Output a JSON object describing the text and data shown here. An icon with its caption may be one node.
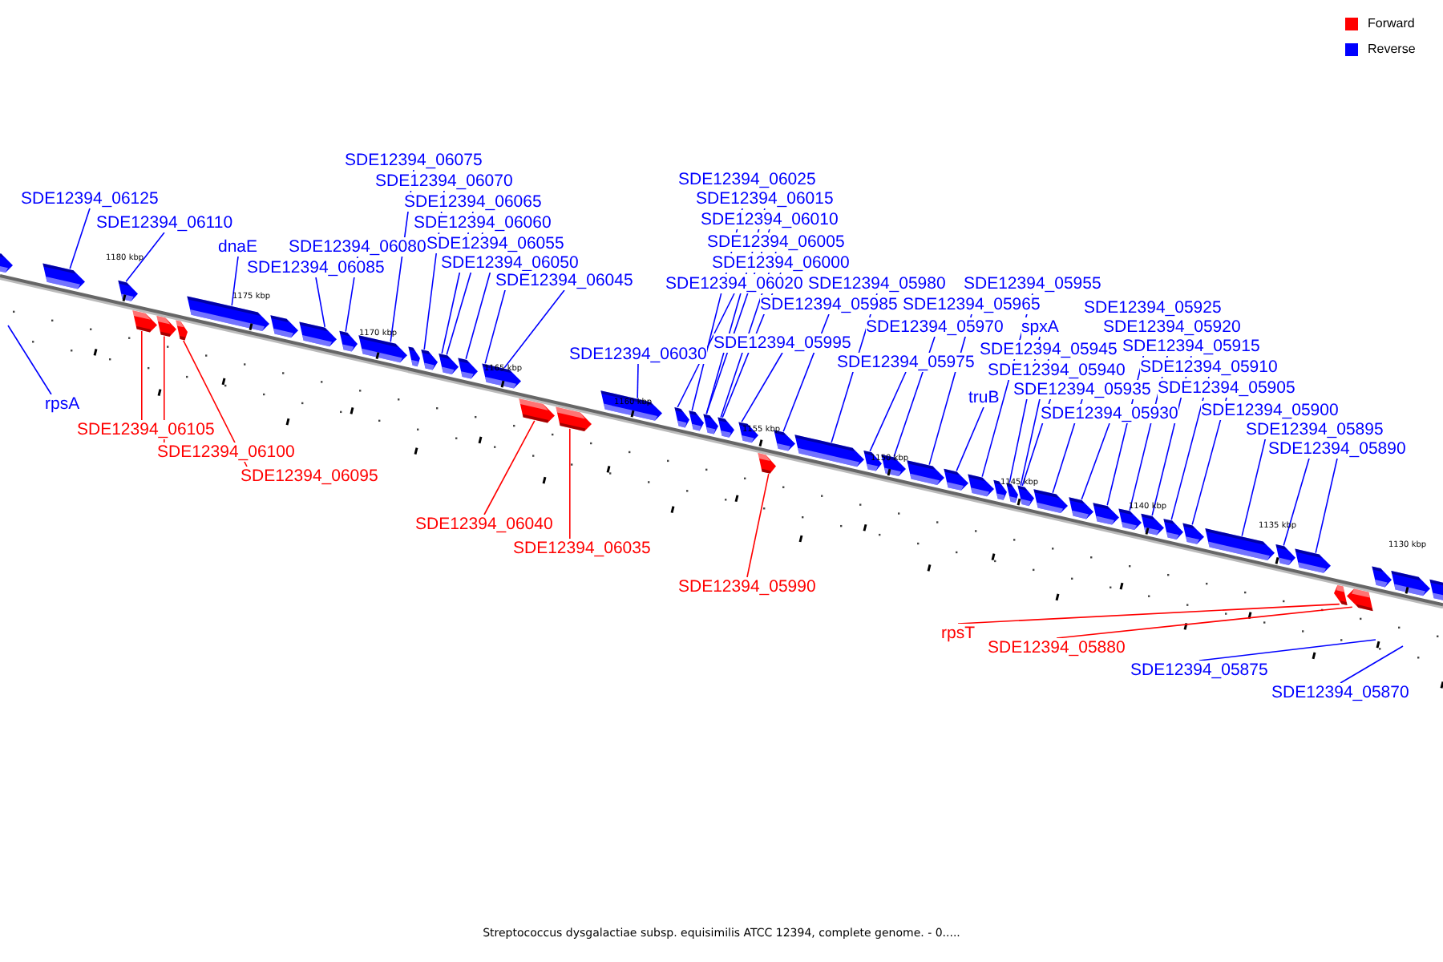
{
  "diagram": {
    "caption": "Streptococcus dysgalactiae subsp. equisimilis ATCC 12394, complete genome. - 0.....",
    "nodes": [
      {
        "text": [
          "SDE12394_06075"
        ]
      },
      {
        "text": [
          "SDE12394_06025"
        ]
      },
      {
        "text": [
          "SDE12394_06070"
        ]
      },
      {
        "text": [
          "SDE12394_06015"
        ]
      },
      {
        "text": [
          "SDE12394_06125"
        ]
      },
      {
        "text": [
          "SDE12394_06065"
        ]
      },
      {
        "text": [
          "SDE12394_06010"
        ]
      },
      {
        "text": [
          "SDE12394_06110"
        ]
      },
      {
        "text": [
          "SDE12394_06060"
        ]
      },
      {
        "text": [
          "SDE12394_06005"
        ]
      },
      {
        "text": [
          "dnaE"
        ]
      },
      {
        "text": [
          "SDE12394_06080"
        ]
      },
      {
        "text": [
          "SDE12394_06055"
        ]
      },
      {
        "text": [
          "SDE12394_06000"
        ]
      },
      {
        "text": [
          "SDE12394_06085"
        ]
      },
      {
        "text": [
          "SDE12394_06050"
        ]
      },
      {
        "text": [
          "SDE12394_06045"
        ]
      },
      {
        "text": [
          "SDE12394_06020"
        ]
      },
      {
        "text": [
          "SDE12394_05980"
        ]
      },
      {
        "text": [
          "SDE12394_05955"
        ]
      },
      {
        "text": [
          "SDE12394_05985"
        ]
      },
      {
        "text": [
          "SDE12394_05965"
        ]
      },
      {
        "text": [
          "SDE12394_05925"
        ]
      },
      {
        "text": [
          "SDE12394_05970"
        ]
      },
      {
        "text": [
          "spxA"
        ]
      },
      {
        "text": [
          "SDE12394_05920"
        ]
      },
      {
        "text": [
          "SDE12394_05995"
        ]
      },
      {
        "text": [
          "SDE12394_05945"
        ]
      },
      {
        "text": [
          "SDE12394_05915"
        ]
      },
      {
        "text": [
          "SDE12394_06030"
        ]
      },
      {
        "text": [
          "SDE12394_05975"
        ]
      },
      {
        "text": [
          "SDE12394_05940"
        ]
      },
      {
        "text": [
          "SDE12394_05910"
        ]
      },
      {
        "text": [
          "SDE12394_05935"
        ]
      },
      {
        "text": [
          "SDE12394_05905"
        ]
      },
      {
        "text": [
          "truB"
        ]
      },
      {
        "text": [
          "rpsA"
        ]
      },
      {
        "text": [
          "SDE12394_05930"
        ]
      },
      {
        "text": [
          "SDE12394_05900"
        ]
      },
      {
        "text": [
          "SDE12394_06105"
        ]
      },
      {
        "text": [
          "SDE12394_05895"
        ]
      },
      {
        "text": [
          "SDE12394_05890"
        ]
      },
      {
        "text": [
          "SDE12394_06100"
        ]
      },
      {
        "text": [
          "SDE12394_06095"
        ]
      },
      {
        "text": [
          "SDE12394_06040"
        ]
      },
      {
        "text": [
          "SDE12394_06035"
        ]
      },
      {
        "text": [
          "SDE12394_05990"
        ]
      },
      {
        "text": [
          "rpsT"
        ]
      },
      {
        "text": [
          "SDE12394_05880"
        ]
      },
      {
        "text": [
          "SDE12394_05875"
        ]
      },
      {
        "text": [
          "SDE12394_05870"
        ]
      },
      {
        "text": [],
        "shape": "pentagon"
      },
      {
        "text": [],
        "shape": "pentagon"
      },
      {
        "text": [],
        "shape": "pentagon"
      },
      {
        "text": [],
        "shape": "pentagon"
      },
      {
        "text": [],
        "shape": "pentagon"
      },
      {
        "text": [],
        "shape": "pentagon"
      },
      {
        "text": [],
        "shape": "pentagon"
      },
      {
        "text": [],
        "shape": "pentagon"
      },
      {
        "text": [],
        "shape": "pentagon"
      },
      {
        "text": [],
        "shape": "pentagon"
      },
      {
        "text": [],
        "shape": "pentagon"
      },
      {
        "text": [],
        "shape": "pentagon"
      },
      {
        "text": [],
        "shape": "pentagon"
      },
      {
        "text": [],
        "shape": "pentagon"
      },
      {
        "text": [],
        "shape": "pentagon"
      },
      {
        "text": [],
        "shape": "pentagon"
      },
      {
        "text": [],
        "shape": "pentagon"
      },
      {
        "text": [],
        "shape": "pentagon"
      },
      {
        "text": [],
        "shape": "pentagon"
      },
      {
        "text": [],
        "shape": "pentagon"
      },
      {
        "text": [],
        "shape": "pentagon"
      },
      {
        "text": [],
        "shape": "pentagon"
      },
      {
        "text": [],
        "shape": "pentagon"
      },
      {
        "text": [],
        "shape": "pentagon"
      },
      {
        "text": [],
        "shape": "pentagon"
      },
      {
        "text": [],
        "shape": "pentagon"
      },
      {
        "text": [],
        "shape": "pentagon"
      },
      {
        "text": [],
        "shape": "pentagon"
      },
      {
        "text": [],
        "shape": "pentagon"
      },
      {
        "text": [],
        "shape": "pentagon"
      },
      {
        "text": [],
        "shape": "pentagon"
      },
      {
        "text": [],
        "shape": "pentagon"
      },
      {
        "text": [],
        "shape": "pentagon"
      },
      {
        "text": [],
        "shape": "pentagon"
      },
      {
        "text": [],
        "shape": "pentagon"
      },
      {
        "text": [],
        "shape": "pentagon"
      },
      {
        "text": [],
        "shape": "pentagon"
      },
      {
        "text": [],
        "shape": "pentagon"
      },
      {
        "text": [],
        "shape": "pentagon"
      },
      {
        "text": [],
        "shape": "pentagon"
      },
      {
        "text": [],
        "shape": "pentagon"
      },
      {
        "text": [],
        "shape": "pentagon"
      },
      {
        "text": [],
        "shape": "pentagon"
      },
      {
        "text": [],
        "shape": "pentagon"
      },
      {
        "text": [],
        "shape": "pentagon"
      },
      {
        "text": [],
        "shape": "pentagon"
      },
      {
        "text": [],
        "shape": "pentagon"
      },
      {
        "text": [],
        "shape": "pentagon"
      },
      {
        "text": [],
        "shape": "pentagon"
      },
      {
        "text": [],
        "shape": "pentagon"
      }
    ],
    "edges": [
      {
        "from": 0,
        "to": 61,
        "arrow": "none"
      },
      {
        "from": 1,
        "to": 71,
        "arrow": "none"
      },
      {
        "from": 2,
        "to": 63,
        "arrow": "none"
      },
      {
        "from": 3,
        "to": 72,
        "arrow": "none"
      },
      {
        "from": 4,
        "to": 52,
        "arrow": "none"
      },
      {
        "from": 5,
        "to": 64,
        "arrow": "none"
      },
      {
        "from": 6,
        "to": 72,
        "arrow": "none"
      },
      {
        "from": 7,
        "to": 53,
        "arrow": "none"
      },
      {
        "from": 8,
        "to": 64,
        "arrow": "none"
      },
      {
        "from": 9,
        "to": 73,
        "arrow": "none"
      },
      {
        "from": 10,
        "to": 57,
        "arrow": "none"
      },
      {
        "from": 11,
        "to": 60,
        "arrow": "none"
      },
      {
        "from": 12,
        "to": 65,
        "arrow": "none"
      },
      {
        "from": 13,
        "to": 73,
        "arrow": "none"
      },
      {
        "from": 14,
        "to": 59,
        "arrow": "none"
      },
      {
        "from": 15,
        "to": 66,
        "arrow": "none"
      },
      {
        "from": 16,
        "to": 66,
        "arrow": "none"
      },
      {
        "from": 17,
        "to": 70,
        "arrow": "none"
      },
      {
        "from": 18,
        "to": 77,
        "arrow": "none"
      },
      {
        "from": 19,
        "to": 82,
        "arrow": "none"
      },
      {
        "from": 20,
        "to": 76,
        "arrow": "none"
      },
      {
        "from": 21,
        "to": 80,
        "arrow": "none"
      },
      {
        "from": 22,
        "to": 88,
        "arrow": "none"
      },
      {
        "from": 23,
        "to": 79,
        "arrow": "none"
      },
      {
        "from": 24,
        "to": 84,
        "arrow": "none"
      },
      {
        "from": 25,
        "to": 89,
        "arrow": "none"
      },
      {
        "from": 26,
        "to": 74,
        "arrow": "none"
      },
      {
        "from": 27,
        "to": 85,
        "arrow": "none"
      },
      {
        "from": 28,
        "to": 90,
        "arrow": "none"
      },
      {
        "from": 29,
        "to": 69,
        "arrow": "none"
      },
      {
        "from": 30,
        "to": 78,
        "arrow": "none"
      },
      {
        "from": 31,
        "to": 85,
        "arrow": "none"
      },
      {
        "from": 32,
        "to": 91,
        "arrow": "none"
      },
      {
        "from": 33,
        "to": 86,
        "arrow": "none"
      },
      {
        "from": 34,
        "to": 92,
        "arrow": "none"
      },
      {
        "from": 35,
        "to": 81,
        "arrow": "none"
      },
      {
        "from": 36,
        "to": null,
        "arrow": "none"
      },
      {
        "from": 37,
        "to": 87,
        "arrow": "none"
      },
      {
        "from": 38,
        "to": 93,
        "arrow": "none"
      },
      {
        "from": 39,
        "to": 54,
        "arrow": "none",
        "color": "#ff0000"
      },
      {
        "from": 40,
        "to": 94,
        "arrow": "none"
      },
      {
        "from": 41,
        "to": 95,
        "arrow": "none"
      },
      {
        "from": 42,
        "to": 55,
        "arrow": "none",
        "color": "#ff0000"
      },
      {
        "from": 43,
        "to": 56,
        "arrow": "none",
        "color": "#ff0000"
      },
      {
        "from": 44,
        "to": 67,
        "arrow": "none",
        "color": "#ff0000"
      },
      {
        "from": 45,
        "to": 68,
        "arrow": "none",
        "color": "#ff0000"
      },
      {
        "from": 46,
        "to": 75,
        "arrow": "none",
        "color": "#ff0000"
      },
      {
        "from": 47,
        "to": 96,
        "arrow": "none",
        "color": "#ff0000"
      },
      {
        "from": 48,
        "to": 97,
        "arrow": "none",
        "color": "#ff0000"
      },
      {
        "from": 49,
        "to": null,
        "arrow": "none"
      },
      {
        "from": 50,
        "to": null,
        "arrow": "none"
      }
    ],
    "labels": [
      "1180 kbp",
      "1175 kbp",
      "1170 kbp",
      "1165 kbp",
      "1160 kbp",
      "1155 kbp",
      "1150 kbp",
      "1145 kbp",
      "1140 kbp",
      "1135 kbp",
      "1130 kbp"
    ],
    "legend": [
      {
        "text": "Forward",
        "color": "#ff0000"
      },
      {
        "text": "Reverse",
        "color": "#0000ff"
      }
    ]
  }
}
